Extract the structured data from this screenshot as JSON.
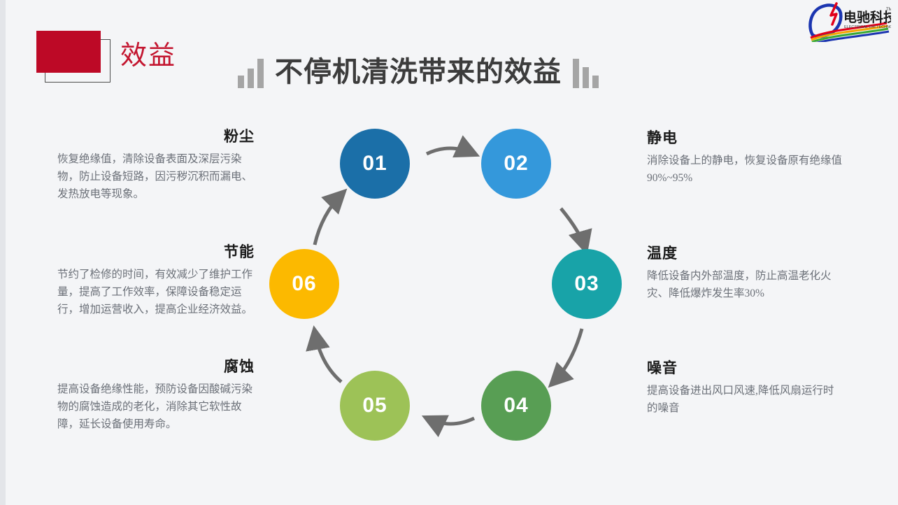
{
  "header": {
    "badge_label": "效益",
    "title": "不停机清洗带来的效益",
    "logo_name_cn": "电驰科技",
    "logo_name_en": "ELECTRICAL CHI TECHNOLOGY",
    "logo_tm": "TM"
  },
  "colors": {
    "background": "#f4f5f7",
    "badge_red": "#bd0926",
    "badge_text_red": "#c3152f",
    "title_gray": "#3c3c3c",
    "bar_gray": "#a5a5a5",
    "body_gray": "#6b7078",
    "arrow_gray": "#6e6e6e",
    "node_01": "#1b6fa8",
    "node_02": "#3498db",
    "node_03": "#18a3a8",
    "node_04": "#589e54",
    "node_05": "#9dc257",
    "node_06": "#fcb900"
  },
  "cycle": {
    "nodes": [
      {
        "number": "01",
        "color": "#1b6fa8"
      },
      {
        "number": "02",
        "color": "#3498db"
      },
      {
        "number": "03",
        "color": "#18a3a8"
      },
      {
        "number": "04",
        "color": "#589e54"
      },
      {
        "number": "05",
        "color": "#9dc257"
      },
      {
        "number": "06",
        "color": "#fcb900"
      }
    ]
  },
  "blocks": {
    "dust": {
      "heading": "粉尘",
      "body": "恢复绝缘值，清除设备表面及深层污染物，防止设备短路，因污秽沉积而漏电、发热放电等现象。"
    },
    "energy": {
      "heading": "节能",
      "body": "节约了检修的时间，有效减少了维护工作量，提高了工作效率，保障设备稳定运行，增加运营收入，提高企业经济效益。"
    },
    "corrosion": {
      "heading": "腐蚀",
      "body": "提高设备绝缘性能，预防设备因酸碱污染物的腐蚀造成的老化，消除其它软性故障，延长设备使用寿命。"
    },
    "static": {
      "heading": "静电",
      "body": "消除设备上的静电，恢复设备原有绝缘值90%~95%"
    },
    "temperature": {
      "heading": "温度",
      "body": "降低设备内外部温度，防止高温老化火灾、降低爆炸发生率30%"
    },
    "noise": {
      "heading": "噪音",
      "body": "提高设备进出风口风速,降低风扇运行时的噪音"
    }
  }
}
